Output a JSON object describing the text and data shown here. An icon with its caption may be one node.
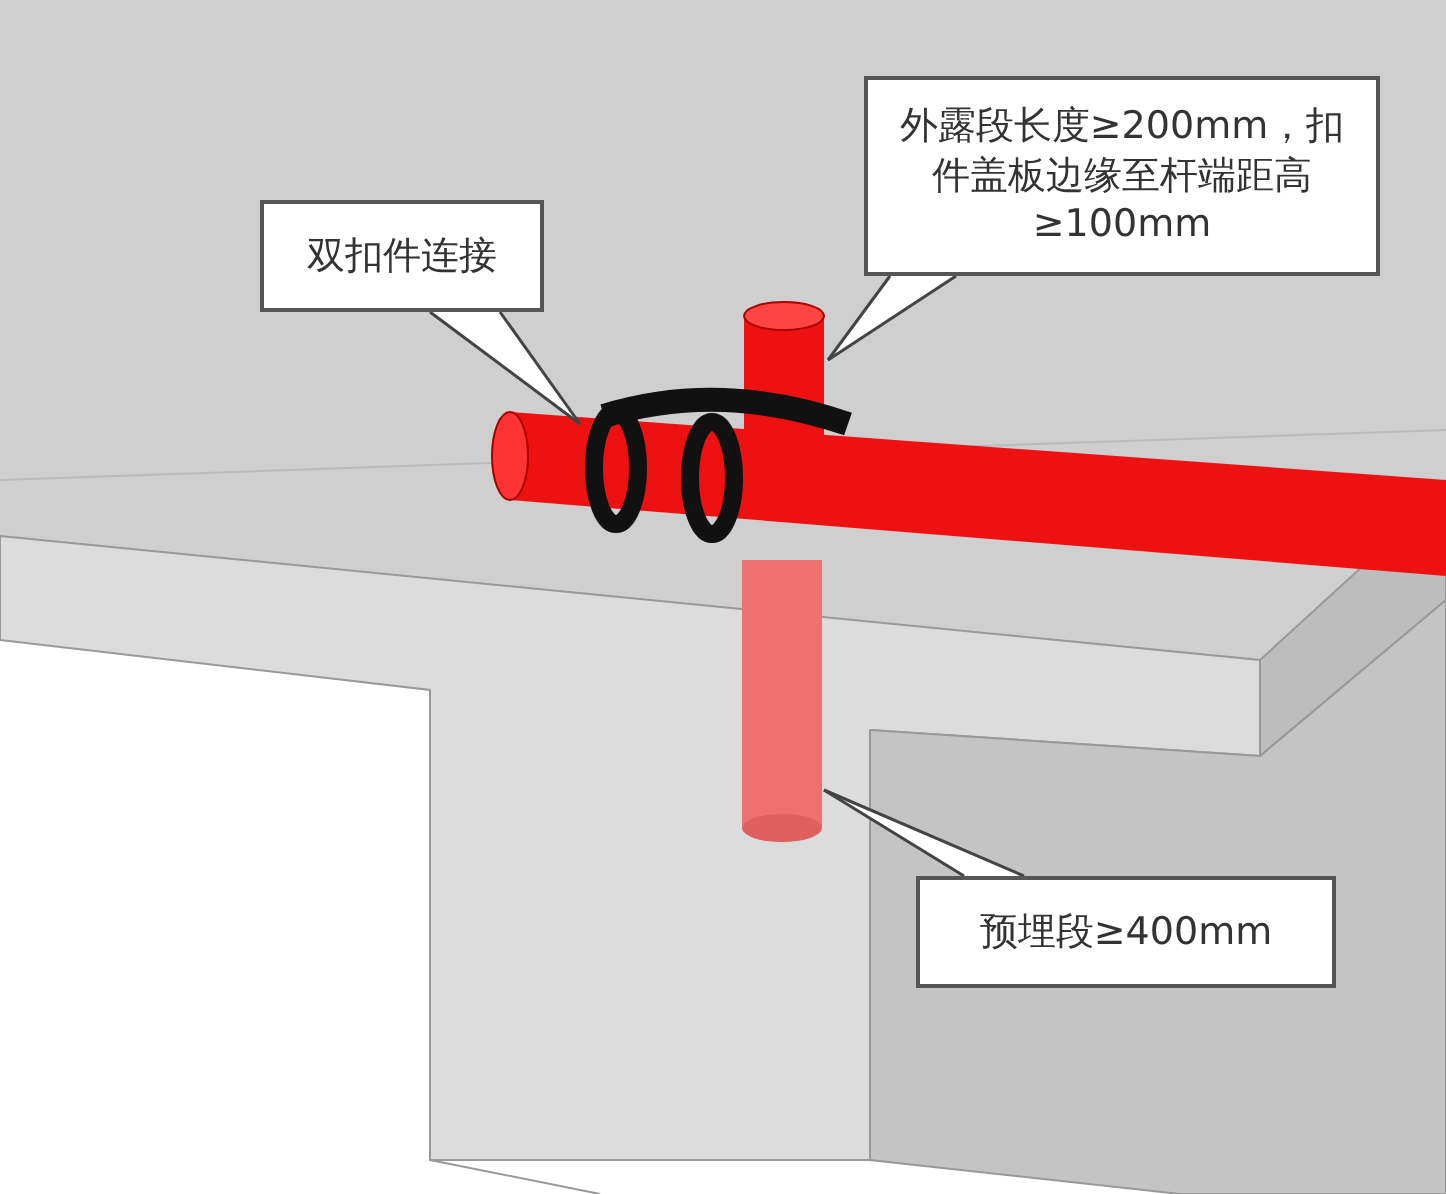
{
  "diagram": {
    "nodes": [
      {
        "text": [
          "双扣件连接"
        ]
      },
      {
        "text": [],
        "shape": "picture"
      },
      {
        "text": [
          "外露段长度≥200mm，扣件盖板边缘至杆端距高≥100mm"
        ]
      },
      {
        "text": [],
        "shape": "cylinder"
      },
      {
        "text": [
          "预埋段≥400mm"
        ]
      },
      {
        "text": [],
        "shape": "cylinder"
      }
    ],
    "edges": [
      {
        "from": 0,
        "to": 1,
        "arrow": "none"
      },
      {
        "from": 2,
        "to": 3,
        "arrow": "none"
      },
      {
        "from": 4,
        "to": 5,
        "arrow": "none"
      }
    ]
  }
}
